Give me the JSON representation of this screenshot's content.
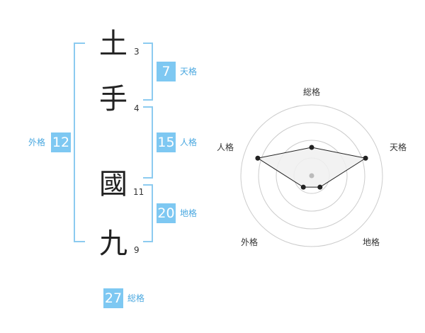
{
  "characters": [
    {
      "char": "土",
      "strokes": "3"
    },
    {
      "char": "手",
      "strokes": "4"
    },
    {
      "char": "國",
      "strokes": "11"
    },
    {
      "char": "九",
      "strokes": "9"
    }
  ],
  "kakusu": {
    "tenkaku": {
      "value": "7",
      "label": "天格"
    },
    "jinkaku": {
      "value": "15",
      "label": "人格"
    },
    "chikaku": {
      "value": "20",
      "label": "地格"
    },
    "gaikaku": {
      "value": "12",
      "label": "外格"
    },
    "soukaku": {
      "value": "27",
      "label": "総格"
    }
  },
  "radar": {
    "labels": {
      "top": "総格",
      "right": "天格",
      "bottom_right": "地格",
      "bottom_left": "外格",
      "left": "人格"
    },
    "rings": 4,
    "scores": {
      "soukaku": 0.5,
      "tenkaku": 1.0,
      "chikaku": 0.25,
      "gaikaku": 0.25,
      "jinkaku": 1.0
    },
    "colors": {
      "fill": "#f0f0f0",
      "stroke": "#222222",
      "grid": "#cccccc",
      "point": "#222222",
      "center": "#bbbbbb"
    }
  }
}
